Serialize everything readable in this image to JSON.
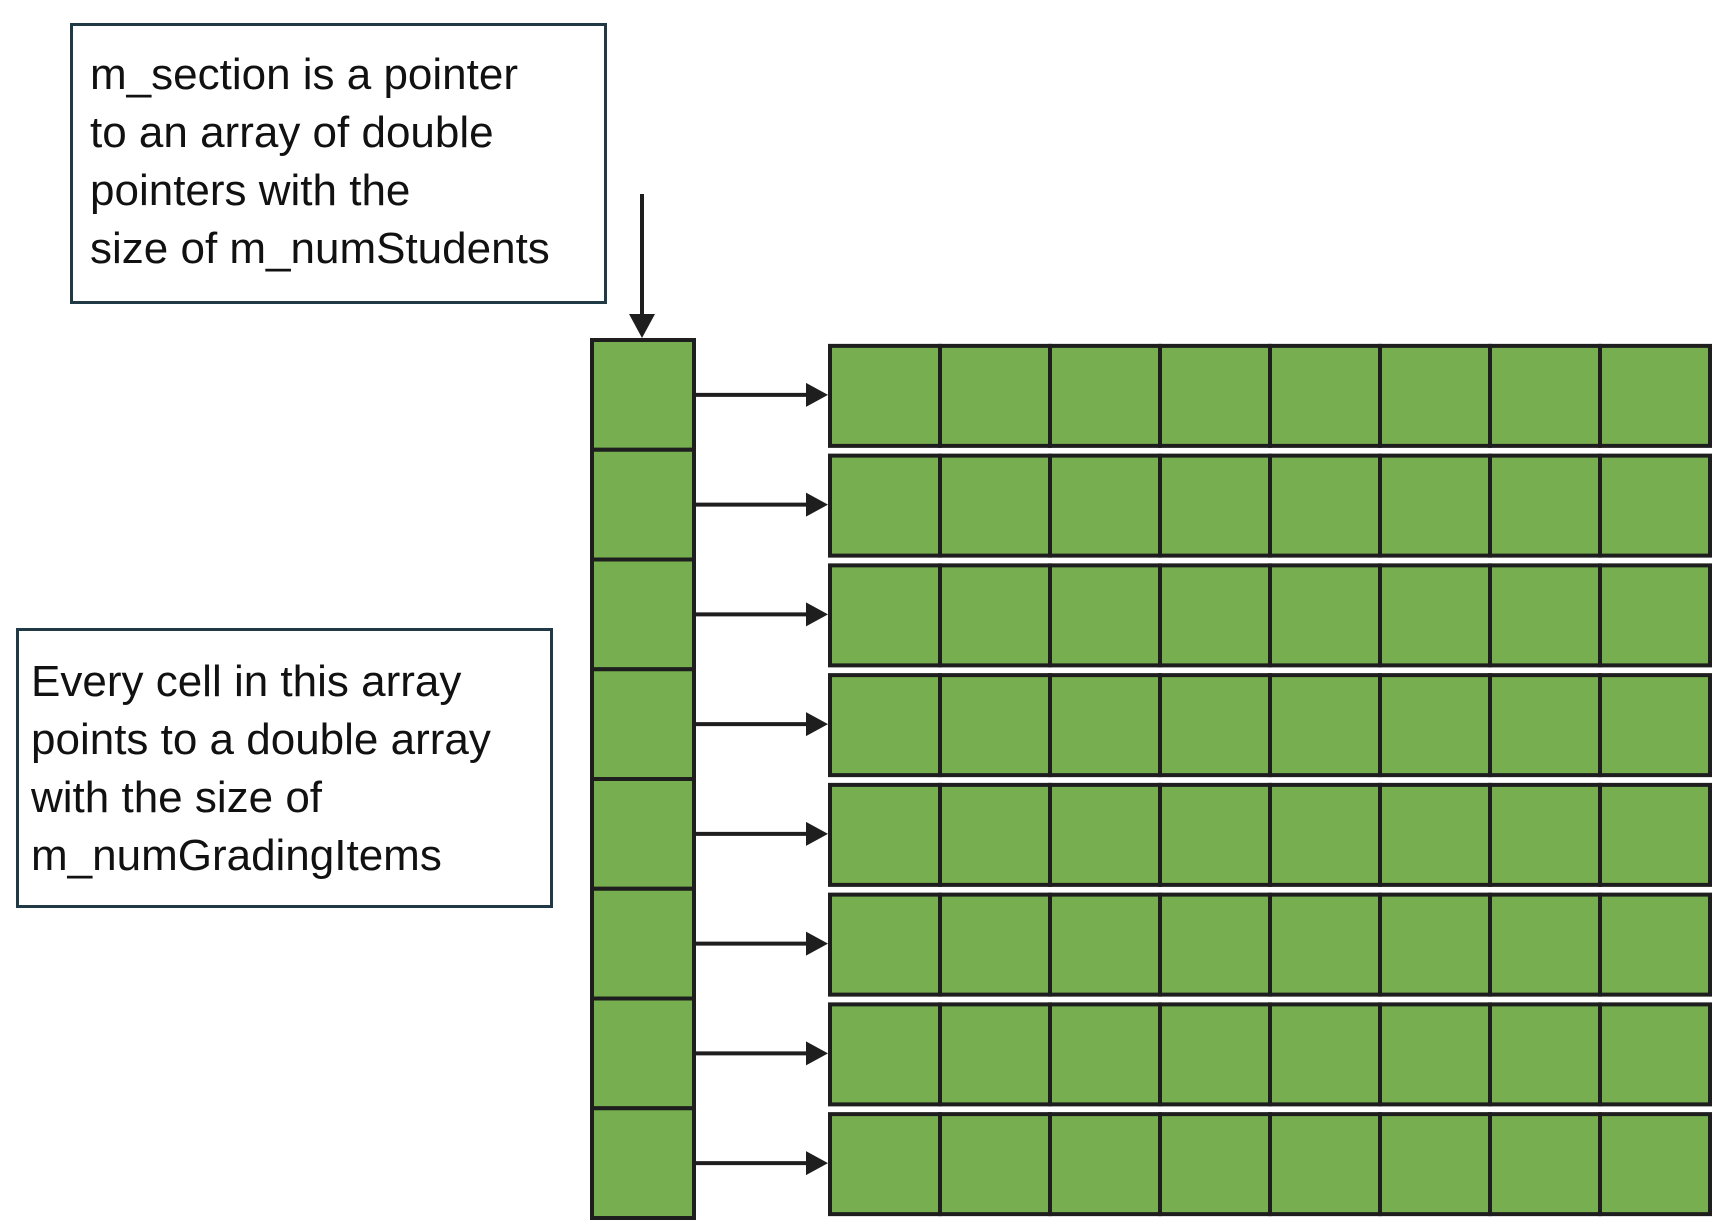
{
  "callouts": {
    "top": {
      "lines": [
        "m_section is a pointer",
        "to an array of double",
        "pointers with the",
        "size of m_numStudents"
      ]
    },
    "left": {
      "lines": [
        "Every cell in this array",
        "points to a double array",
        "with the size of",
        "m_numGradingItems"
      ]
    }
  },
  "structure": {
    "pointer_array_cells": 8,
    "row_array_cells": 8
  },
  "colors": {
    "cell_fill": "#77ae4f",
    "cell_stroke": "#1e1e1e",
    "arrow": "#1e1e1e",
    "callout_border": "#1f3a44"
  }
}
